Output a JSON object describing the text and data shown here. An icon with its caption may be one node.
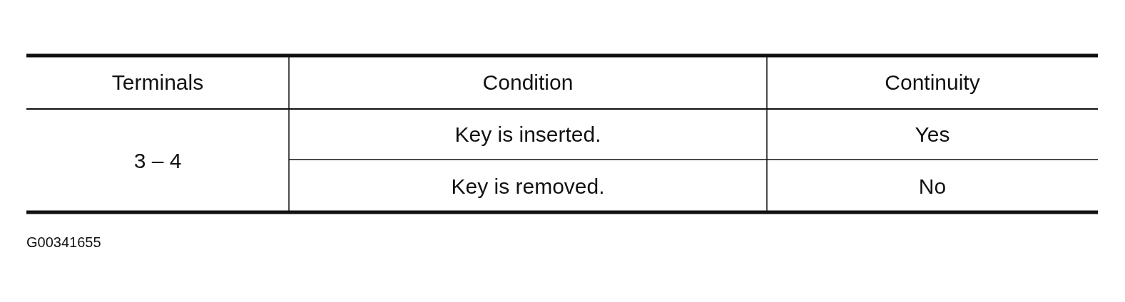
{
  "diagram": {
    "labels": [
      "Terminals",
      "Condition",
      "Continuity",
      "3 – 4",
      "Key is inserted.",
      "Yes",
      "Key is removed.",
      "No",
      "G00341655"
    ]
  }
}
